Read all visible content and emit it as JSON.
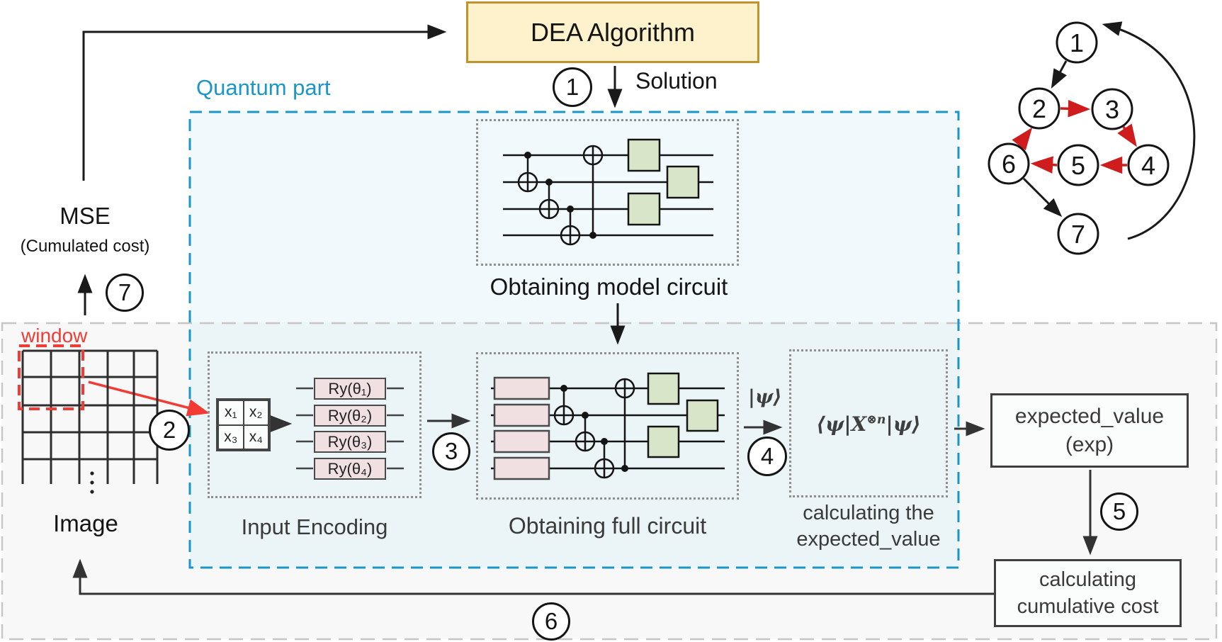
{
  "title": "DEA quantum algorithm workflow diagram",
  "colors": {
    "accent_blue": "#1a96c8",
    "dea_fill": "#fdf2cc",
    "dea_border": "#c0942c",
    "gate_green": "#d9e5c8",
    "gate_pink": "#f1e0e2",
    "red_accent": "#f23b34",
    "graph_red": "#cf1d1d",
    "line_black": "#1a1a1a"
  },
  "dea": {
    "label": "DEA Algorithm"
  },
  "solution_label": "Solution",
  "quantum_part_label": "Quantum part",
  "steps": [
    "1",
    "2",
    "3",
    "4",
    "5",
    "6",
    "7"
  ],
  "mse": {
    "title": "MSE",
    "subtitle": "(Cumulated cost)"
  },
  "window_label": "window",
  "image_label": "Image",
  "encoding": {
    "caption": "Input Encoding",
    "cells": [
      "x₁",
      "x₂",
      "x₃",
      "x₄"
    ],
    "gates": [
      "Ry(θ₁)",
      "Ry(θ₂)",
      "Ry(θ₃)",
      "Ry(θ₄)"
    ]
  },
  "model_circuit": {
    "caption": "Obtaining model circuit"
  },
  "full_circuit": {
    "caption": "Obtaining full circuit"
  },
  "expectation": {
    "psi_label": "|ψ⟩",
    "formula_pre": "⟨ψ|X",
    "formula_sup": "⊗n",
    "formula_post": "|ψ⟩",
    "caption_line1": "calculating the",
    "caption_line2": "expected_value"
  },
  "expected_value_box": {
    "line1": "expected_value",
    "line2": "(exp)"
  },
  "cumulative_cost_box": {
    "line1": "calculating",
    "line2": "cumulative cost"
  },
  "graph": {
    "nodes": [
      "1",
      "2",
      "3",
      "4",
      "5",
      "6",
      "7"
    ],
    "edges": [
      {
        "from": "1",
        "to": "2",
        "type": "black"
      },
      {
        "from": "2",
        "to": "3",
        "type": "red"
      },
      {
        "from": "3",
        "to": "4",
        "type": "red"
      },
      {
        "from": "4",
        "to": "5",
        "type": "red"
      },
      {
        "from": "5",
        "to": "6",
        "type": "red"
      },
      {
        "from": "6",
        "to": "2",
        "type": "red"
      },
      {
        "from": "6",
        "to": "7",
        "type": "black"
      },
      {
        "from": "7",
        "to": "1",
        "type": "black-curve"
      }
    ]
  }
}
